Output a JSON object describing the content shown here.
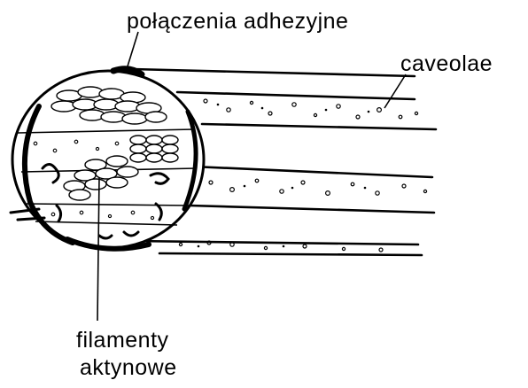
{
  "labels": {
    "adherens": "połączenia adhezyjne",
    "caveolae": "caveolae",
    "actin_line1": "filamenty",
    "actin_line2": "aktynowe"
  },
  "colors": {
    "ink": "#000000",
    "background": "#ffffff"
  }
}
